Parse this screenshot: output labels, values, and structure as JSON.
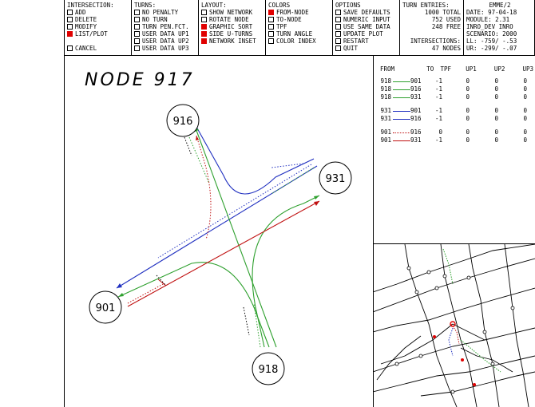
{
  "menu": {
    "intersection": {
      "header": "INTERSECTION:",
      "items": [
        {
          "label": "ADD",
          "checked": false
        },
        {
          "label": "DELETE",
          "checked": false
        },
        {
          "label": "MODIFY",
          "checked": false
        },
        {
          "label": "LIST/PLOT",
          "checked": true
        },
        {
          "label": "",
          "checked": false
        },
        {
          "label": "CANCEL",
          "checked": false
        }
      ]
    },
    "turns": {
      "header": "TURNS:",
      "items": [
        {
          "label": "NO PENALTY",
          "checked": false
        },
        {
          "label": "NO TURN",
          "checked": false
        },
        {
          "label": "TURN PEN.FCT.",
          "checked": false
        },
        {
          "label": "USER DATA UP1",
          "checked": false
        },
        {
          "label": "USER DATA UP2",
          "checked": false
        },
        {
          "label": "USER DATA UP3",
          "checked": false
        }
      ]
    },
    "layout": {
      "header": "LAYOUT:",
      "items": [
        {
          "label": "SHOW NETWORK",
          "checked": false
        },
        {
          "label": "ROTATE NODE",
          "checked": false
        },
        {
          "label": "GRAPHIC SORT",
          "checked": true
        },
        {
          "label": "SIDE U-TURNS",
          "checked": true
        },
        {
          "label": "NETWORK INSET",
          "checked": true
        }
      ]
    },
    "colors": {
      "header": "COLORS",
      "items": [
        {
          "label": "FROM-NODE",
          "checked": true
        },
        {
          "label": "TO-NODE",
          "checked": false
        },
        {
          "label": "TPF",
          "checked": false
        },
        {
          "label": "TURN ANGLE",
          "checked": false
        },
        {
          "label": "COLOR INDEX",
          "checked": false
        }
      ]
    },
    "options": {
      "header": "OPTIONS",
      "items": [
        {
          "label": "SAVE DEFAULTS",
          "checked": false
        },
        {
          "label": "NUMERIC INPUT",
          "checked": false
        },
        {
          "label": "USE SAME DATA",
          "checked": false
        },
        {
          "label": "UPDATE PLOT",
          "checked": false
        },
        {
          "label": "RESTART",
          "checked": false
        },
        {
          "label": "QUIT",
          "checked": false
        }
      ]
    },
    "turn_entries": {
      "header": "TURN ENTRIES:",
      "total": "1000 TOTAL",
      "used": "752 USED",
      "free": "248 FREE",
      "intersections_label": "INTERSECTIONS:",
      "nodes": "47 NODES"
    },
    "info": {
      "title": "EMME/2",
      "date": "DATE:   97-04-18",
      "module": "MODULE:     2.31",
      "user": "INRO_DEV   INRO",
      "scenario": "SCENARIO:   2000",
      "ll": "LL:  -759/ -.53",
      "ur": "UR:  -299/ -.07"
    }
  },
  "plot": {
    "title": "NODE  917",
    "nodes": [
      {
        "id": "916"
      },
      {
        "id": "931"
      },
      {
        "id": "901"
      },
      {
        "id": "918"
      }
    ]
  },
  "table": {
    "headers": [
      "FROM",
      "TO",
      "TPF",
      "UP1",
      "UP2",
      "UP3"
    ],
    "rows": [
      {
        "from": "918",
        "to": "901",
        "tpf": "-1",
        "up1": "0",
        "up2": "0",
        "up3": "0",
        "color": "#2ea02e"
      },
      {
        "from": "918",
        "to": "916",
        "tpf": "-1",
        "up1": "0",
        "up2": "0",
        "up3": "0",
        "color": "#2ea02e"
      },
      {
        "from": "918",
        "to": "931",
        "tpf": "-1",
        "up1": "0",
        "up2": "0",
        "up3": "0",
        "color": "#2ea02e"
      },
      {
        "from": "931",
        "to": "901",
        "tpf": "-1",
        "up1": "0",
        "up2": "0",
        "up3": "0",
        "color": "#2030c0"
      },
      {
        "from": "931",
        "to": "916",
        "tpf": "-1",
        "up1": "0",
        "up2": "0",
        "up3": "0",
        "color": "#2030c0"
      },
      {
        "from": "901",
        "to": "916",
        "tpf": "0",
        "up1": "0",
        "up2": "0",
        "up3": "0",
        "color": "#c01010"
      },
      {
        "from": "901",
        "to": "931",
        "tpf": "-1",
        "up1": "0",
        "up2": "0",
        "up3": "0",
        "color": "#c01010"
      }
    ]
  },
  "colors": {
    "green": "#2ea02e",
    "blue": "#2030c0",
    "red": "#c01010",
    "inset_highlight": "#e00000"
  }
}
